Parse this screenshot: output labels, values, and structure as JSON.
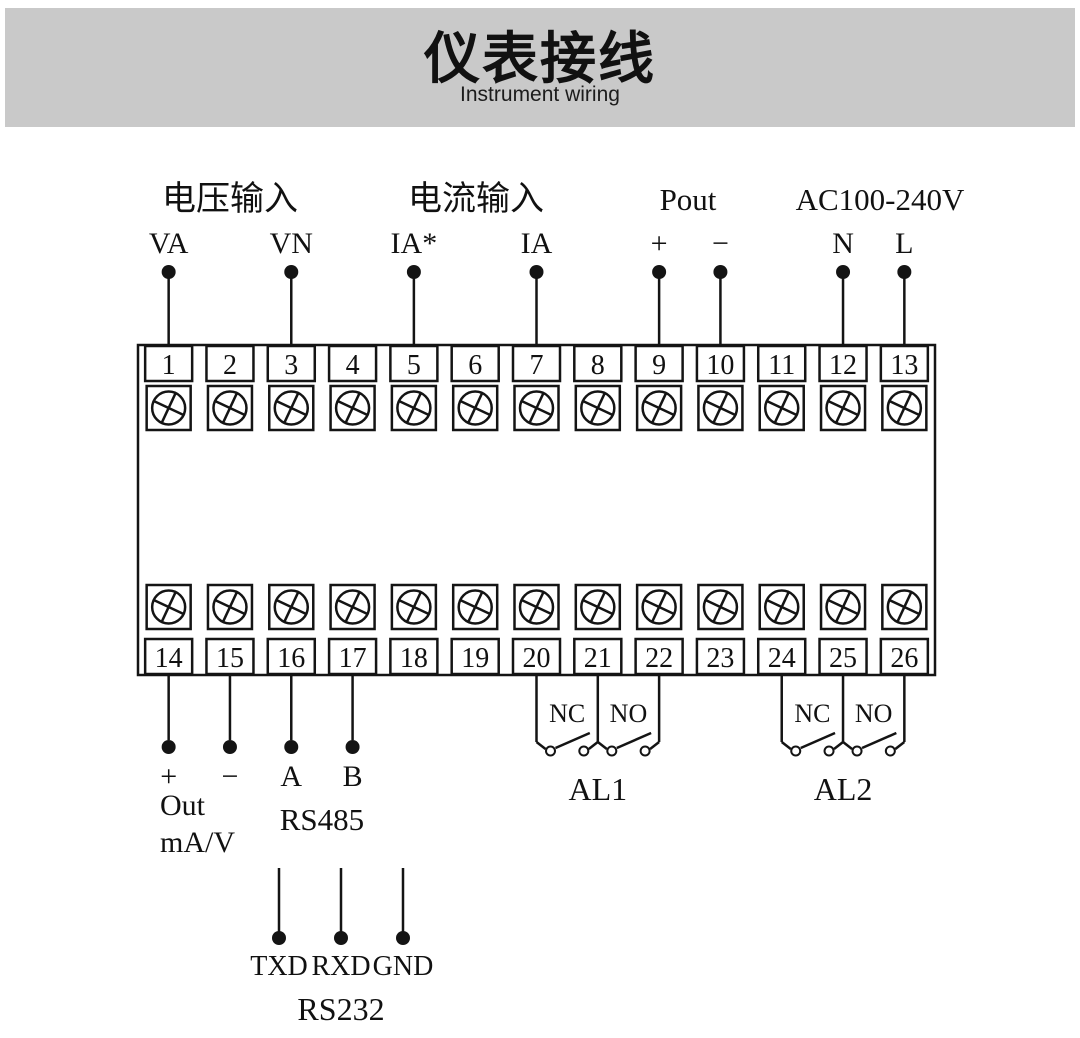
{
  "header": {
    "title": "仪表接线",
    "subtitle": "Instrument wiring"
  },
  "diagram": {
    "group_labels": [
      "电压输入",
      "电流输入",
      "Pout",
      "AC100-240V"
    ],
    "top_pins": [
      {
        "label": "VA",
        "terminal": 1
      },
      {
        "label": "VN",
        "terminal": 3
      },
      {
        "label": "IA*",
        "terminal": 5
      },
      {
        "label": "IA",
        "terminal": 7
      },
      {
        "label": "+",
        "terminal": 9
      },
      {
        "label": "−",
        "terminal": 10
      },
      {
        "label": "N",
        "terminal": 12
      },
      {
        "label": "L",
        "terminal": 13
      }
    ],
    "terminals_top": [
      "1",
      "2",
      "3",
      "4",
      "5",
      "6",
      "7",
      "8",
      "9",
      "10",
      "11",
      "12",
      "13"
    ],
    "terminals_bottom": [
      "14",
      "15",
      "16",
      "17",
      "18",
      "19",
      "20",
      "21",
      "22",
      "23",
      "24",
      "25",
      "26"
    ],
    "analog_out": {
      "pins": [
        {
          "label": "+",
          "terminal": 14
        },
        {
          "label": "−",
          "terminal": 15
        }
      ],
      "caption": [
        "Out",
        "mA/V"
      ]
    },
    "rs485": {
      "pins": [
        {
          "label": "A",
          "terminal": 16
        },
        {
          "label": "B",
          "terminal": 17
        }
      ],
      "label": "RS485"
    },
    "rs232": {
      "pin_labels": [
        "TXD",
        "RXD",
        "GND"
      ],
      "label": "RS232"
    },
    "alarms": [
      {
        "label": "AL1",
        "contact_labels": [
          "NC",
          "NO"
        ],
        "terminals": [
          20,
          21,
          22
        ]
      },
      {
        "label": "AL2",
        "contact_labels": [
          "NC",
          "NO"
        ],
        "terminals": [
          24,
          25,
          26
        ]
      }
    ],
    "colors": {
      "line": "#141414",
      "banner": "#c9c9c9"
    }
  }
}
